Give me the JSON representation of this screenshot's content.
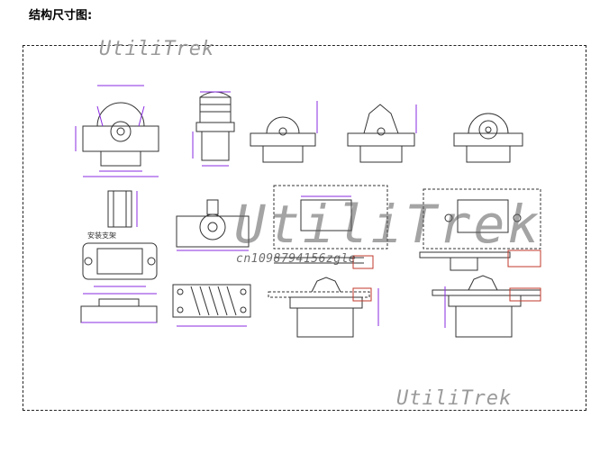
{
  "heading": "结构尺寸图:",
  "watermark": {
    "brand_top": "UtiliTrek",
    "brand_center": "UtiliTrek",
    "brand_bottom": "UtiliTrek",
    "id_text": "cn1098794156zgle"
  },
  "labels": {
    "bracket": "安装支架"
  },
  "colors": {
    "line": "#333333",
    "dimension": "#8a2be2",
    "accent": "#c0392b",
    "frame": "#222222"
  }
}
